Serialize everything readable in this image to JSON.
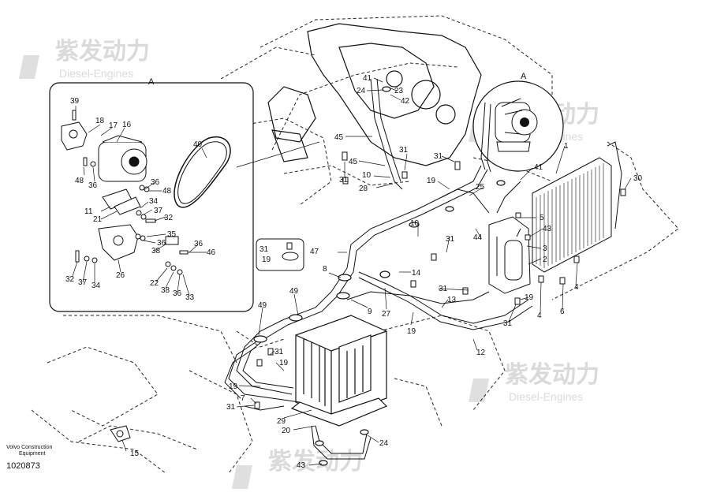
{
  "drawing": {
    "brand_line1": "Volvo Construction",
    "brand_line2": "Equipment",
    "drawing_number": "1020873",
    "detail_tag": "A",
    "watermark_cn": "紫发动力",
    "watermark_en": "Diesel-Engines"
  },
  "callouts": [
    {
      "id": "c39",
      "text": "39"
    },
    {
      "id": "c18",
      "text": "18"
    },
    {
      "id": "c17",
      "text": "17"
    },
    {
      "id": "c16",
      "text": "16"
    },
    {
      "id": "c48a",
      "text": "48"
    },
    {
      "id": "c36a",
      "text": "36"
    },
    {
      "id": "c36b",
      "text": "36"
    },
    {
      "id": "c48b",
      "text": "48"
    },
    {
      "id": "c11",
      "text": "11"
    },
    {
      "id": "c21",
      "text": "21"
    },
    {
      "id": "c34",
      "text": "34"
    },
    {
      "id": "c37a",
      "text": "37"
    },
    {
      "id": "c32a",
      "text": "32"
    },
    {
      "id": "c35",
      "text": "35"
    },
    {
      "id": "c36c",
      "text": "36"
    },
    {
      "id": "c38a",
      "text": "38"
    },
    {
      "id": "c36d",
      "text": "36"
    },
    {
      "id": "c46",
      "text": "46"
    },
    {
      "id": "c32b",
      "text": "32"
    },
    {
      "id": "c37b",
      "text": "37"
    },
    {
      "id": "c34b",
      "text": "34"
    },
    {
      "id": "c26",
      "text": "26"
    },
    {
      "id": "c22",
      "text": "22"
    },
    {
      "id": "c38b",
      "text": "38"
    },
    {
      "id": "c36e",
      "text": "36"
    },
    {
      "id": "c33",
      "text": "33"
    },
    {
      "id": "c40",
      "text": "40"
    },
    {
      "id": "c41a",
      "text": "41"
    },
    {
      "id": "c24a",
      "text": "24"
    },
    {
      "id": "c23",
      "text": "23"
    },
    {
      "id": "c42",
      "text": "42"
    },
    {
      "id": "c45a",
      "text": "45"
    },
    {
      "id": "c45b",
      "text": "45"
    },
    {
      "id": "c31a",
      "text": "31"
    },
    {
      "id": "c31b",
      "text": "31"
    },
    {
      "id": "c10a",
      "text": "10"
    },
    {
      "id": "c28",
      "text": "28"
    },
    {
      "id": "c31c",
      "text": "31"
    },
    {
      "id": "c19a",
      "text": "19"
    },
    {
      "id": "c25",
      "text": "25"
    },
    {
      "id": "c41b",
      "text": "41"
    },
    {
      "id": "c1",
      "text": "1"
    },
    {
      "id": "c30",
      "text": "30"
    },
    {
      "id": "c5",
      "text": "5"
    },
    {
      "id": "c43a",
      "text": "43"
    },
    {
      "id": "c3",
      "text": "3"
    },
    {
      "id": "c2",
      "text": "2"
    },
    {
      "id": "c4a",
      "text": "4"
    },
    {
      "id": "c19b",
      "text": "19"
    },
    {
      "id": "c4b",
      "text": "4"
    },
    {
      "id": "c6",
      "text": "6"
    },
    {
      "id": "c31d",
      "text": "31"
    },
    {
      "id": "c10b",
      "text": "10"
    },
    {
      "id": "c44",
      "text": "44"
    },
    {
      "id": "c31e",
      "text": "31"
    },
    {
      "id": "c31f",
      "text": "31"
    },
    {
      "id": "c19c",
      "text": "19"
    },
    {
      "id": "c47",
      "text": "47"
    },
    {
      "id": "c8",
      "text": "8"
    },
    {
      "id": "c14",
      "text": "14"
    },
    {
      "id": "c31g",
      "text": "31"
    },
    {
      "id": "c13",
      "text": "13"
    },
    {
      "id": "c49a",
      "text": "49"
    },
    {
      "id": "c49b",
      "text": "49"
    },
    {
      "id": "c9",
      "text": "9"
    },
    {
      "id": "c27",
      "text": "27"
    },
    {
      "id": "c19d",
      "text": "19"
    },
    {
      "id": "c12",
      "text": "12"
    },
    {
      "id": "c31h",
      "text": "31"
    },
    {
      "id": "c19e",
      "text": "19"
    },
    {
      "id": "c19f",
      "text": "19"
    },
    {
      "id": "c7",
      "text": "7"
    },
    {
      "id": "c31i",
      "text": "31"
    },
    {
      "id": "c29",
      "text": "29"
    },
    {
      "id": "c20",
      "text": "20"
    },
    {
      "id": "c24b",
      "text": "24"
    },
    {
      "id": "c43b",
      "text": "43"
    },
    {
      "id": "c15",
      "text": "15"
    },
    {
      "id": "cA",
      "text": "A"
    }
  ]
}
